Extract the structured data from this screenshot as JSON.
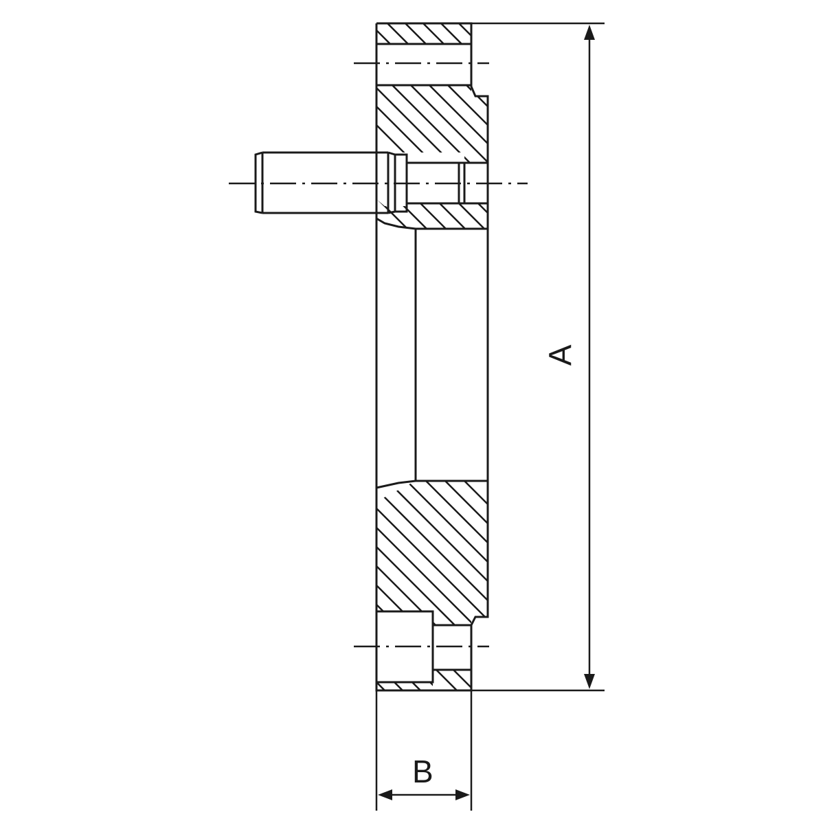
{
  "drawing": {
    "type": "technical cross-section drawing",
    "subject": "flange / backplate with dowel pin",
    "line_color": "#1a1a1a",
    "background": "#ffffff"
  },
  "dimensions": {
    "a": {
      "label": "A",
      "orientation": "vertical",
      "meaning": "overall height / diameter"
    },
    "b": {
      "label": "B",
      "orientation": "horizontal",
      "meaning": "thickness"
    }
  }
}
